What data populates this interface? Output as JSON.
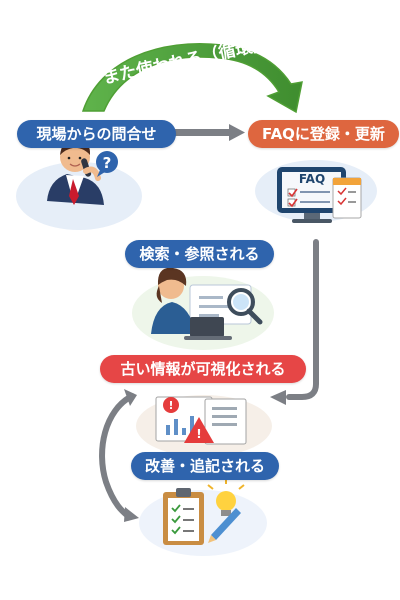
{
  "cycle": {
    "label": "また使われる（循環）",
    "arrow_color": "#4f9f34"
  },
  "nodes": {
    "inquiry": {
      "label": "現場からの問合せ",
      "color": "#2f64ad"
    },
    "faq_register": {
      "label": "FAQに登録・更新",
      "color": "#de663f"
    },
    "search": {
      "label": "検索・参照される",
      "color": "#2f64ad"
    },
    "visualize": {
      "label": "古い情報が可視化される",
      "color": "#e64646"
    },
    "improve": {
      "label": "改善・追記される",
      "color": "#2f64ad"
    }
  },
  "illustrations": {
    "faq_screen_text": "FAQ"
  },
  "colors": {
    "flow_arrow": "#7c7f85",
    "soft_circle": "#e6eef8"
  }
}
